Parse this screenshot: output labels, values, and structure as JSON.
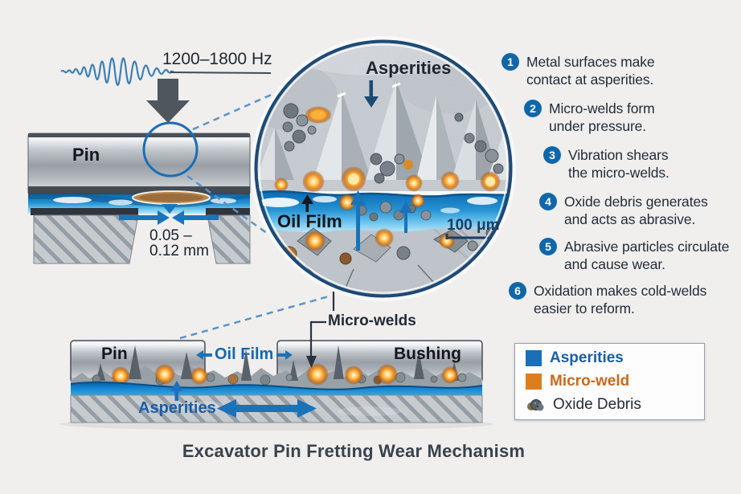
{
  "title": "Excavator Pin Fretting Wear Mechanism",
  "vibration": {
    "frequency_label": "1200–1800 Hz"
  },
  "left_diagram": {
    "pin_label": "Pin",
    "gap_line1": "0.05 –",
    "gap_line2": "0.12 mm"
  },
  "inset": {
    "asperities_label": "Asperities",
    "oil_film_label": "Oil Film",
    "scale_label": "100 μm",
    "micro_welds_label": "Micro-welds"
  },
  "bottom_diagram": {
    "pin_label": "Pin",
    "oil_film_label": "Oil Film",
    "bushing_label": "Bushing",
    "asperities_label": "Asperities"
  },
  "steps": [
    {
      "num": "1",
      "line1": "Metal surfaces make",
      "line2": "contact at asperities."
    },
    {
      "num": "2",
      "line1": "Micro-welds form",
      "line2": "under pressure."
    },
    {
      "num": "3",
      "line1": "Vibration shears",
      "line2": "the micro-welds."
    },
    {
      "num": "4",
      "line1": "Oxide debris generates",
      "line2": "and acts as abrasive."
    },
    {
      "num": "5",
      "line1": "Abrasive particles circulate",
      "line2": "and cause wear."
    },
    {
      "num": "6",
      "line1": "Oxidation makes cold-welds",
      "line2": "easier to reform."
    }
  ],
  "legend": {
    "items": [
      {
        "label": "Asperities",
        "color": "#1b5ea6",
        "swatch": "#1a6fb5"
      },
      {
        "label": "Micro-weld",
        "color": "#c96a1b",
        "swatch": "#dd7d1e"
      },
      {
        "label": "Oxide Debris",
        "color": "#242c38",
        "swatch": ""
      }
    ]
  },
  "colors": {
    "step_circle": "#0f67a9",
    "accent_blue": "#1a72b8",
    "oil_blue": "#1286d1",
    "orange": "#d06f1e",
    "navy_ink": "#222c3a"
  }
}
